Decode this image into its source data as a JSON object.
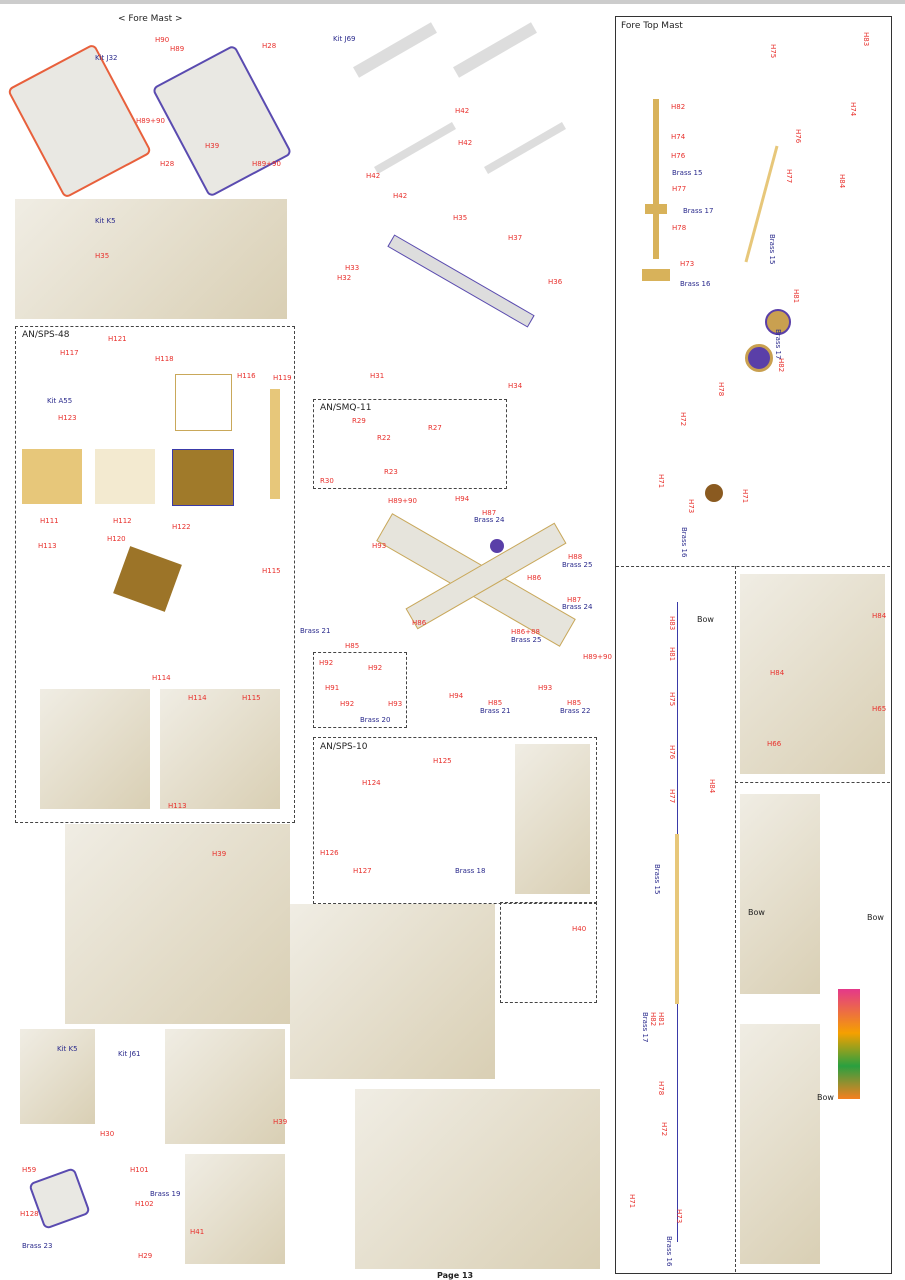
{
  "fore_mast": {
    "title": "< Fore Mast >",
    "labels": [
      "Kit J32",
      "H90",
      "H89",
      "H28",
      "H89+90",
      "H39",
      "H28",
      "H89+90",
      "Kit J69",
      "H42",
      "H42",
      "H42",
      "H42",
      "Kit K5",
      "H35"
    ]
  },
  "yardarm": {
    "labels": [
      "H35",
      "H37",
      "H33",
      "H32",
      "H36",
      "H31",
      "H34"
    ]
  },
  "sps48": {
    "title": "AN/SPS-48",
    "labels": [
      "H117",
      "H121",
      "H118",
      "H116",
      "H119",
      "Kit A55",
      "H123",
      "H111",
      "H112",
      "H122",
      "H120",
      "H113",
      "H115",
      "H114",
      "H114",
      "H115",
      "H113"
    ]
  },
  "mast_photo": {
    "labels": [
      "H39"
    ]
  },
  "smq11": {
    "title": "AN/SMQ-11",
    "labels": [
      "R29",
      "R22",
      "R27",
      "R23",
      "R30"
    ]
  },
  "platform": {
    "labels": [
      "H89+90",
      "H94",
      "H87",
      "Brass 24",
      "H93",
      "H88",
      "Brass 25",
      "H86",
      "H87",
      "Brass 24",
      "H86",
      "Brass 21",
      "H85",
      "H86+88",
      "Brass 25",
      "H89+90",
      "H94",
      "H93",
      "H85",
      "Brass 21",
      "H85",
      "Brass 22"
    ]
  },
  "sub_box": {
    "labels": [
      "H92",
      "H92",
      "H91",
      "H92",
      "H93",
      "Brass 20"
    ]
  },
  "sps10": {
    "title": "AN/SPS-10",
    "labels": [
      "H124",
      "H125",
      "H126",
      "H127",
      "Brass 18"
    ]
  },
  "h40_box": {
    "labels": [
      "H40"
    ]
  },
  "bottom_left": {
    "labels": [
      "Kit K5",
      "Kit J61",
      "H39",
      "H30",
      "H59",
      "H101",
      "Brass 19",
      "H102",
      "H128",
      "Brass 23",
      "H29",
      "H41"
    ]
  },
  "fore_top_mast": {
    "title": "Fore Top Mast",
    "labels": [
      "H82",
      "H74",
      "H76",
      "Brass 15",
      "H77",
      "Brass 17",
      "H78",
      "H73",
      "Brass 16",
      "H75",
      "H83",
      "H74",
      "H76",
      "H77",
      "H84",
      "Brass 15",
      "H81",
      "Brass 17",
      "H82",
      "H78",
      "H72",
      "H71",
      "H73",
      "H71",
      "Brass 16"
    ]
  },
  "assembly": {
    "labels": [
      "H83",
      "Bow",
      "H81",
      "H75",
      "H76",
      "H77",
      "H84",
      "Brass 15",
      "H81",
      "H82",
      "Brass 17",
      "H78",
      "H72",
      "H71",
      "H73",
      "Brass 16",
      "H84",
      "H84",
      "H65",
      "H66",
      "Bow",
      "Bow",
      "Bow"
    ]
  },
  "footer": {
    "page": "Page 13"
  },
  "colors": {
    "part_label": "#e8302c",
    "kit_label": "#2a2a8c",
    "arrow": "#3a3aa8",
    "brass": "#d8b25a"
  }
}
